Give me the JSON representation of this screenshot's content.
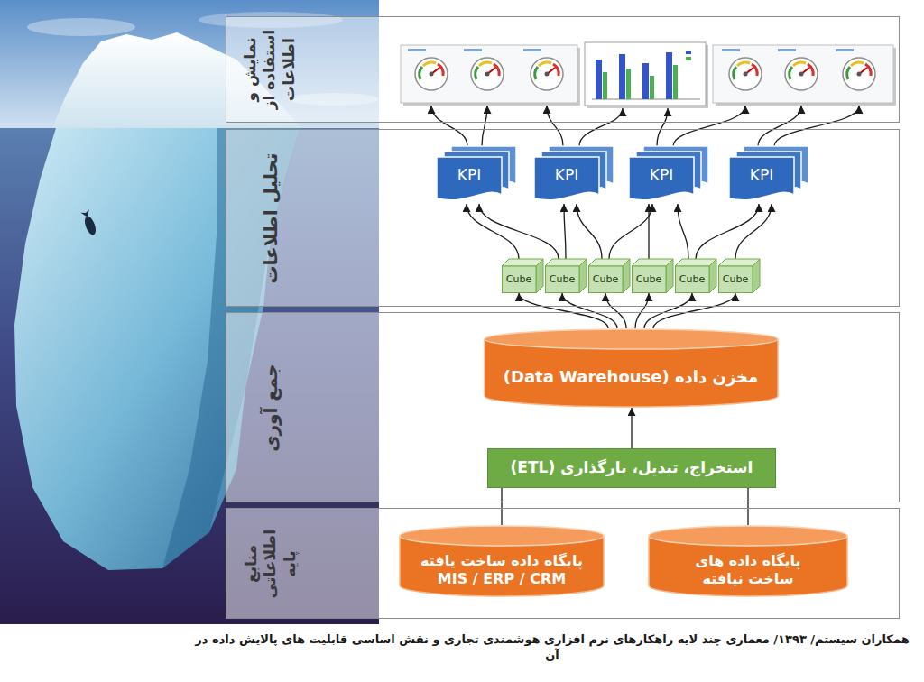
{
  "diagram": {
    "caption": "همکاران سیستم/ ۱۳۹۳/ معماری چند لایه راهکارهای نرم افزاری هوشمندی تجاری و نقش اساسی قابلیت های پالایش داده در آن",
    "nodes": [
      {
        "text": [
          "نمایش و استفاده از اطلاعات"
        ]
      },
      {
        "text": [
          "تحلیل اطلاعات"
        ]
      },
      {
        "text": [
          "KPI"
        ],
        "in": 1
      },
      {
        "text": [
          "KPI"
        ],
        "in": 1
      },
      {
        "text": [
          "KPI"
        ],
        "in": 1
      },
      {
        "text": [
          "KPI"
        ],
        "in": 1
      },
      {
        "text": [
          "Cube"
        ],
        "in": 1
      },
      {
        "text": [
          "Cube"
        ],
        "in": 1
      },
      {
        "text": [
          "Cube"
        ],
        "in": 1
      },
      {
        "text": [
          "Cube"
        ],
        "in": 1
      },
      {
        "text": [
          "Cube"
        ],
        "in": 1
      },
      {
        "text": [
          "Cube"
        ],
        "in": 1
      },
      {
        "text": [
          "جمع آوری"
        ]
      },
      {
        "text": [
          "مخزن داده (Data Warehouse)"
        ],
        "in": 12
      },
      {
        "text": [
          "استخراج، تبدیل، بارگذاری (ETL)"
        ],
        "in": 12
      },
      {
        "text": [
          "منابع اطلاعاتی پایه"
        ]
      },
      {
        "text": [
          "پایگاه داده های ساخت نیافته"
        ],
        "in": 15
      },
      {
        "text": [
          "پایگاه داده ساخت یافته MIS / ERP / CRM"
        ],
        "in": 15
      }
    ],
    "edges": [
      {
        "from": 6,
        "to": 2,
        "arrow": "to"
      },
      {
        "from": 7,
        "to": 2,
        "arrow": "to"
      },
      {
        "from": 7,
        "to": 3,
        "arrow": "to"
      },
      {
        "from": 8,
        "to": 3,
        "arrow": "to"
      },
      {
        "from": 8,
        "to": 4,
        "arrow": "to"
      },
      {
        "from": 9,
        "to": 4,
        "arrow": "to"
      },
      {
        "from": 10,
        "to": 4,
        "arrow": "to"
      },
      {
        "from": 10,
        "to": 5,
        "arrow": "to"
      },
      {
        "from": 11,
        "to": 5,
        "arrow": "to"
      },
      {
        "from": 13,
        "to": 6,
        "arrow": "to"
      },
      {
        "from": 13,
        "to": 7,
        "arrow": "to"
      },
      {
        "from": 13,
        "to": 8,
        "arrow": "to"
      },
      {
        "from": 13,
        "to": 9,
        "arrow": "to"
      },
      {
        "from": 13,
        "to": 10,
        "arrow": "to"
      },
      {
        "from": 13,
        "to": 11,
        "arrow": "to"
      },
      {
        "from": 14,
        "to": 13,
        "arrow": "to"
      },
      {
        "from": 17,
        "to": 14,
        "arrow": "none"
      },
      {
        "from": 16,
        "to": 14,
        "arrow": "none"
      }
    ]
  }
}
